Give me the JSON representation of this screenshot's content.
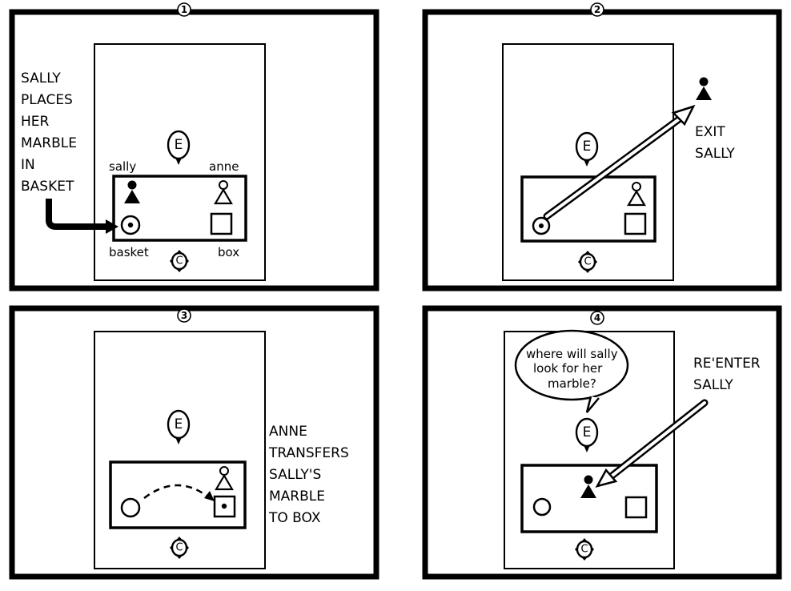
{
  "panels": [
    {
      "number": "1",
      "caption": [
        "SALLY",
        "PLACES",
        "HER",
        "MARBLE",
        "IN",
        "BASKET"
      ],
      "labels": {
        "sally": "sally",
        "anne": "anne",
        "basket": "basket",
        "box": "box"
      },
      "experimenter": "E",
      "child": "C"
    },
    {
      "number": "2",
      "caption": [
        "EXIT",
        "SALLY"
      ],
      "experimenter": "E",
      "child": "C"
    },
    {
      "number": "3",
      "caption": [
        "ANNE",
        "TRANSFERS",
        "SALLY'S",
        "MARBLE",
        "TO BOX"
      ],
      "experimenter": "E",
      "child": "C"
    },
    {
      "number": "4",
      "caption": [
        "RE'ENTER",
        "SALLY"
      ],
      "bubble": [
        "where will sally",
        "look for her",
        "marble?"
      ],
      "experimenter": "E",
      "child": "C"
    }
  ],
  "colors": {
    "ink": "#000000",
    "paper": "#ffffff"
  }
}
